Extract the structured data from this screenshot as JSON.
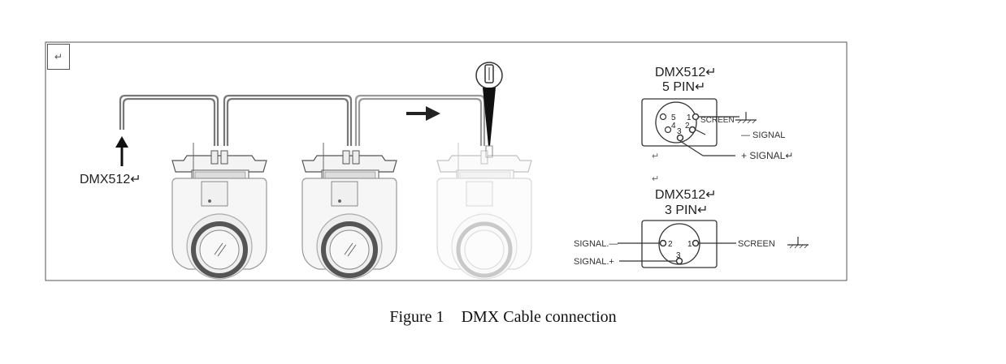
{
  "diagram": {
    "return_mark": "↵",
    "input_label": "DMX512↵",
    "pin5": {
      "title": "DMX512↵",
      "subtitle": "5 PIN↵",
      "pin_numbers": [
        "5",
        "1",
        "4",
        "2",
        "3"
      ],
      "screen_label": "SCREEN",
      "signal_minus_label": "— SIGNAL",
      "signal_plus_label": "+ SIGNAL↵",
      "return_marks": [
        "↵",
        "↵"
      ]
    },
    "pin3": {
      "title": "DMX512↵",
      "subtitle": "3 PIN↵",
      "pin_numbers": [
        "2",
        "1",
        "3"
      ],
      "screen_label": "SCREEN",
      "signal_minus_label": "SIGNAL.—",
      "signal_plus_label": "SIGNAL.+"
    }
  },
  "caption": {
    "figure_number": "Figure 1",
    "text": "DMX Cable connection"
  }
}
